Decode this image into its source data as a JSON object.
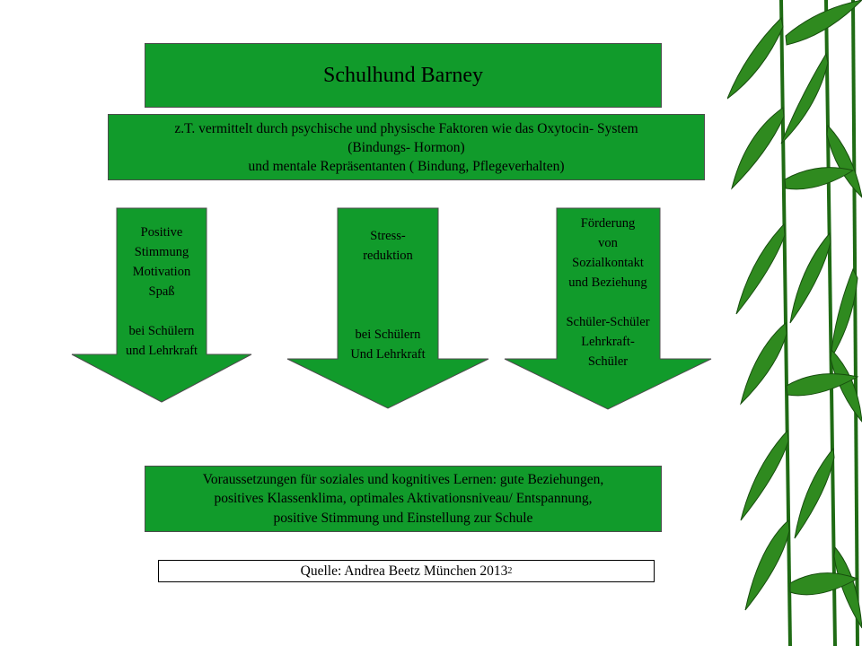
{
  "title": "Schulhund Barney",
  "mechanism": {
    "lines": [
      "z.T. vermittelt durch psychische und physische Faktoren wie das Oxytocin- System",
      "(Bindungs- Hormon)",
      "und mentale Repräsentanten ( Bindung, Pflegeverhalten)"
    ]
  },
  "effects": [
    {
      "lines": [
        "Positive",
        "Stimmung",
        "Motivation",
        "Spaß",
        "",
        "bei Schülern",
        "und Lehrkraft"
      ]
    },
    {
      "lines": [
        "Stress-",
        "reduktion",
        "",
        "",
        "",
        "bei Schülern",
        "Und Lehrkraft"
      ]
    },
    {
      "lines": [
        "Förderung",
        "von",
        "Sozialkontakt",
        "und Beziehung",
        "",
        "Schüler-Schüler",
        "Lehrkraft-",
        "Schüler"
      ]
    }
  ],
  "result": {
    "lines": [
      "Voraussetzungen für soziales und kognitives Lernen: gute Beziehungen,",
      "positives Klassenklima, optimales Aktivationsniveau/ Entspannung,",
      "positive Stimmung und Einstellung zur Schule"
    ]
  },
  "source": {
    "text": "Quelle: Andrea Beetz München 2013",
    "superscript": "2"
  },
  "colors": {
    "box_fill": "#119b2b",
    "border": "#4d4d4d",
    "bamboo_leaf": "#2f8a1f",
    "bamboo_stem": "#1f6b14"
  }
}
